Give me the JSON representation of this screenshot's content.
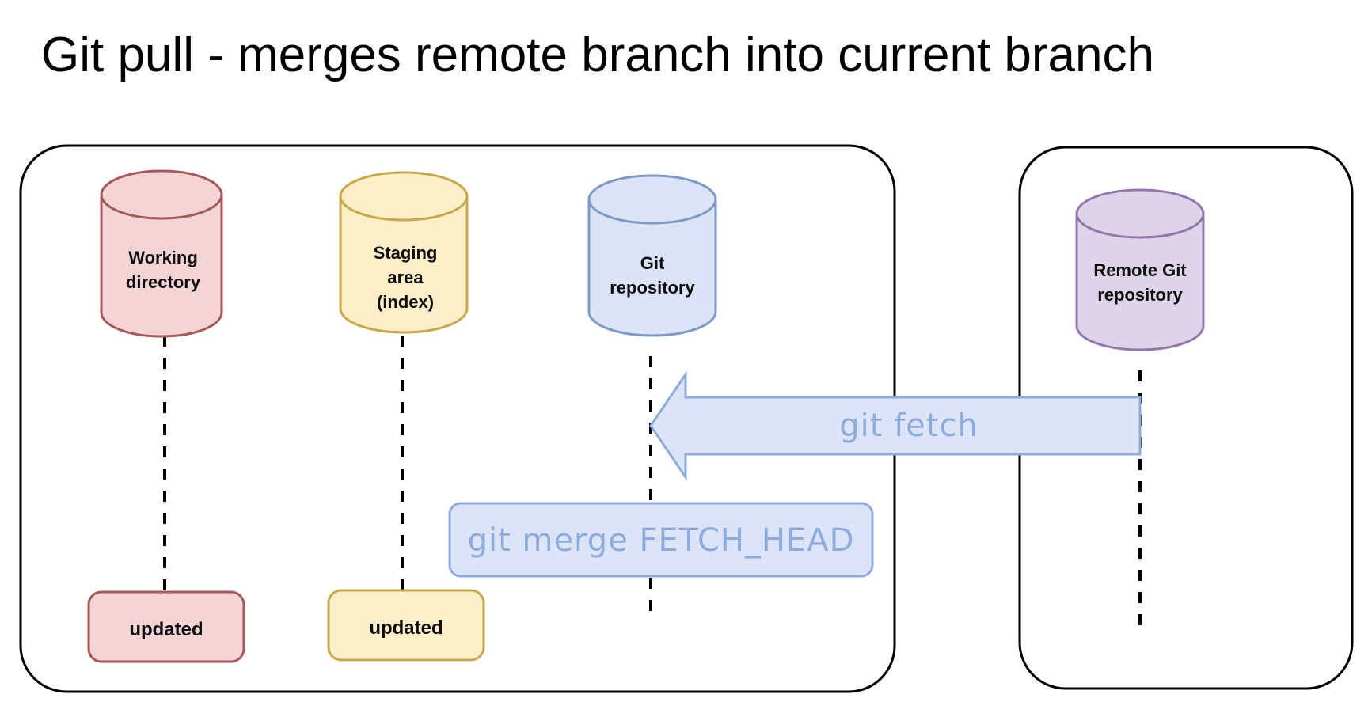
{
  "title": "Git pull - merges remote branch into current branch",
  "colors": {
    "working_fill": "#f2d4d4",
    "working_stroke": "#a65959",
    "staging_fill": "#fbeec9",
    "staging_stroke": "#c8a84b",
    "repo_fill": "#dbe3f6",
    "repo_stroke": "#7e9ac4",
    "remote_fill": "#ded3e8",
    "remote_stroke": "#9277ad",
    "command_fill": "#dbe5f7",
    "command_stroke": "#8fabdb",
    "command_text": "#8fabdb",
    "container_stroke": "#000000",
    "lifeline": "#000000",
    "label_text": "#0d0d0d",
    "title_text": "#000000"
  },
  "containers": {
    "local": {
      "name": "local-repository-container"
    },
    "remote": {
      "name": "remote-repository-container"
    }
  },
  "cylinders": [
    {
      "id": "working-directory",
      "lines": [
        "Working",
        "directory"
      ]
    },
    {
      "id": "staging-area",
      "lines": [
        "Staging",
        "area",
        "(index)"
      ]
    },
    {
      "id": "git-repository",
      "lines": [
        "Git",
        "repository"
      ]
    },
    {
      "id": "remote-git-repository",
      "lines": [
        "Remote Git",
        "repository"
      ]
    }
  ],
  "commands": {
    "fetch": "git fetch",
    "merge": "git merge FETCH_HEAD"
  },
  "status_boxes": [
    {
      "id": "working-directory-status",
      "label": "updated"
    },
    {
      "id": "staging-area-status",
      "label": "updated"
    }
  ]
}
